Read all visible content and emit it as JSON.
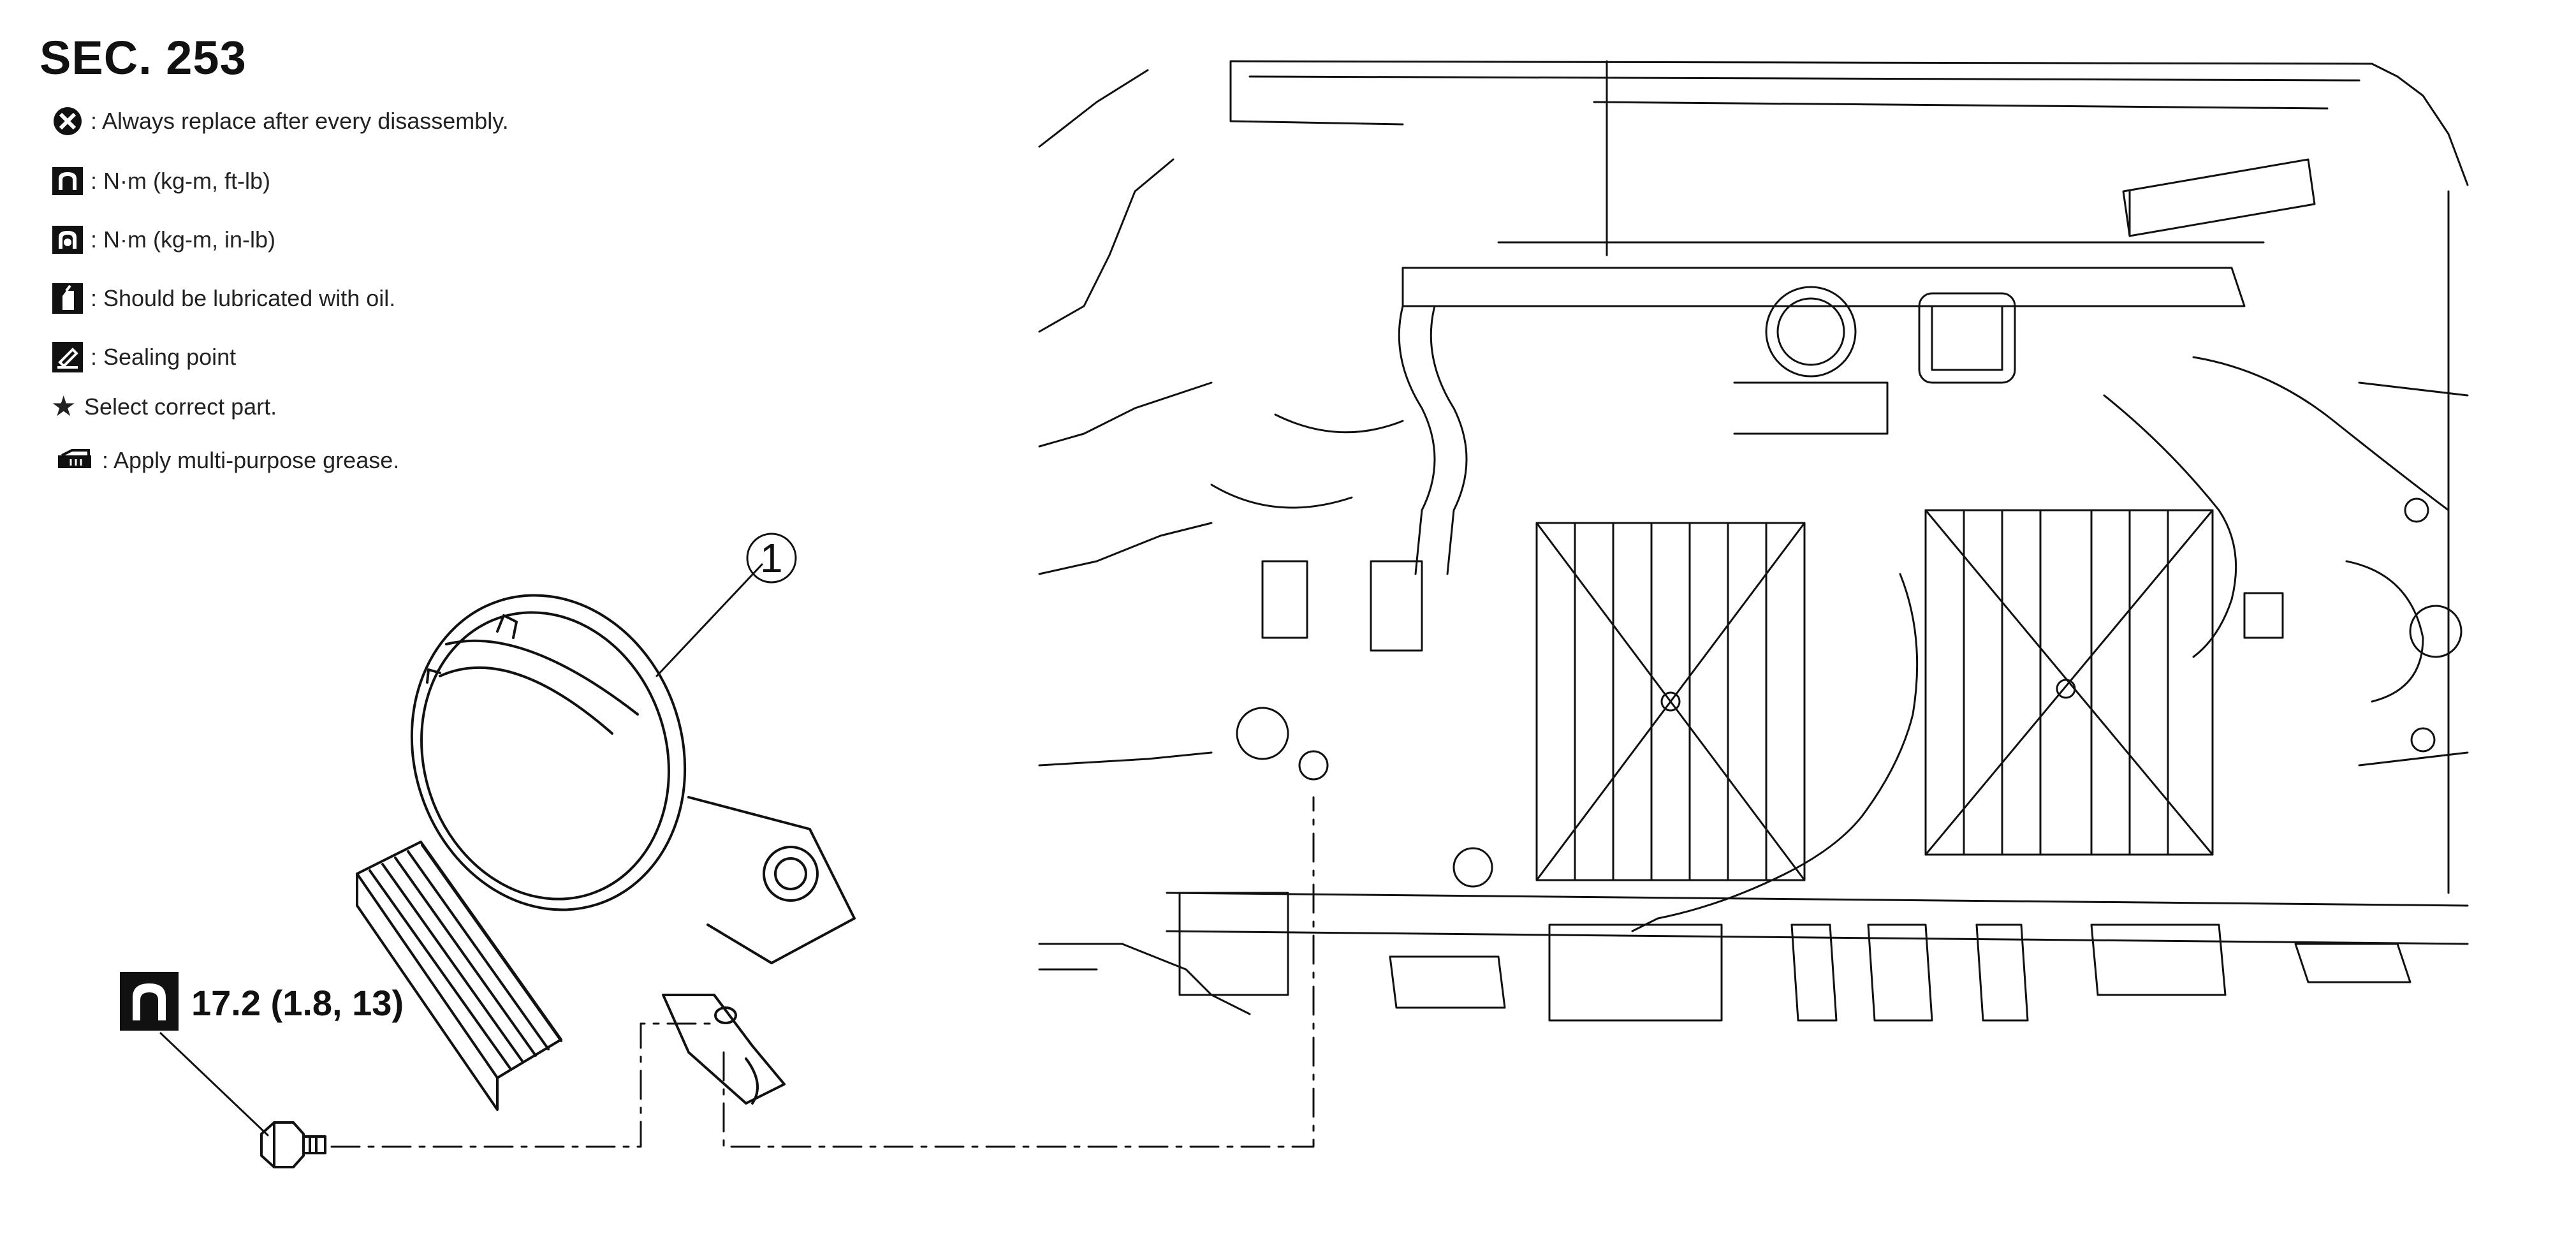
{
  "section": {
    "title": "SEC. 253"
  },
  "legend": [
    {
      "icon": "replace-part-icon",
      "text": ": Always replace after every disassembly."
    },
    {
      "icon": "torque-wrench-icon",
      "text": ": N·m (kg-m, ft-lb)"
    },
    {
      "icon": "torque-wrench-small-icon",
      "text": ": N·m (kg-m, in-lb)"
    },
    {
      "icon": "oil-can-icon",
      "text": ": Should be lubricated with oil."
    },
    {
      "icon": "sealing-point-icon",
      "text": ": Sealing point"
    },
    {
      "icon": "star-icon",
      "text": "Select correct part."
    },
    {
      "icon": "grease-gun-icon",
      "text": ": Apply multi-purpose grease."
    }
  ],
  "callouts": [
    {
      "number": "1"
    }
  ],
  "torque": {
    "icon": "torque-wrench-icon",
    "value": "17.2 (1.8, 13)"
  },
  "colors": {
    "ink": "#111111",
    "background": "#ffffff"
  }
}
